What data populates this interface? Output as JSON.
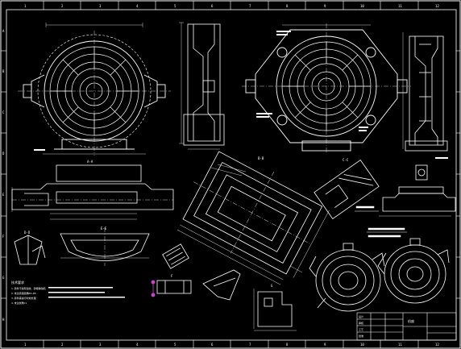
{
  "drawing": {
    "top_zone_labels": [
      "1",
      "2",
      "3",
      "4",
      "5",
      "6",
      "7",
      "8",
      "9",
      "10",
      "11",
      "12"
    ],
    "bottom_zone_labels": [
      "1",
      "2",
      "3",
      "4",
      "5",
      "6",
      "7",
      "8",
      "9",
      "10",
      "11",
      "12"
    ],
    "side_zone_labels": [
      "A",
      "B",
      "C",
      "D",
      "E",
      "F",
      "G",
      "H"
    ],
    "notes_title": "技术要求",
    "notes_lines": [
      "1.铸件不得有裂纹、砂眼等缺陷",
      "2.未注铸造圆角R3~R5",
      "3.铸件需进行时效处理",
      "4.未注倒角C1"
    ],
    "section_labels": [
      "A-A",
      "B-B",
      "C-C",
      "D-D",
      "E-E",
      "F",
      "G"
    ],
    "title_block": {
      "part_name": "机座",
      "rows": [
        "设计",
        "审核",
        "工艺",
        "批准"
      ]
    },
    "colors": {
      "background": "#000000",
      "line": "#ffffff",
      "accent": "#cc44cc"
    }
  }
}
